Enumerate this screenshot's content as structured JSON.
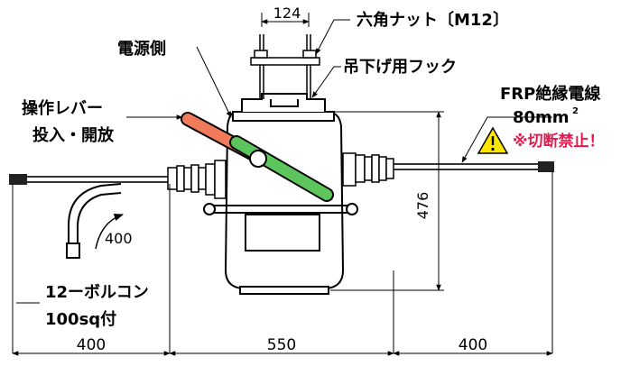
{
  "labels": {
    "hex_nut": "六角ナット〔M12〕",
    "power_side": "電源側",
    "hook": "吊下げ用フック",
    "lever_line1": "操作レバー",
    "lever_line2": "投入・開放",
    "frp_wire": "FRP絶縁電線",
    "wire_size": "80mm",
    "wire_size_sup": "2",
    "warning": "※切断禁止！",
    "bolt_line1": "12ーボルコン",
    "bolt_line2": "100sq付"
  },
  "dimensions": {
    "hook_spacing": "124",
    "height": "476",
    "bend": "400",
    "left": "400",
    "center": "550",
    "right": "400"
  },
  "icons": {
    "warning": "warning-triangle-icon"
  },
  "colors": {
    "lever_open": "#f07a5a",
    "lever_close": "#5cc65c",
    "warning_text": "#e8184e",
    "warning_fill": "#ffe600"
  }
}
